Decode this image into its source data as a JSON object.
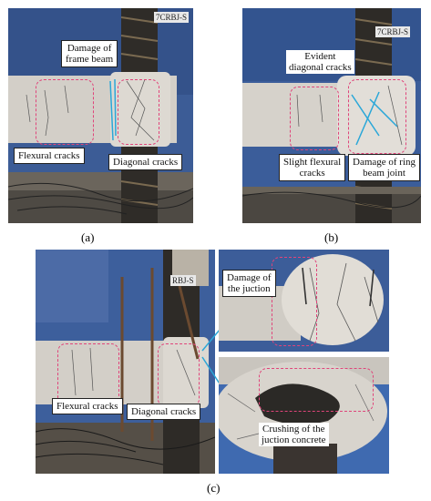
{
  "panel_a": {
    "caption": "(a)",
    "labels": {
      "frame_beam": "Damage of\nframe beam",
      "flexural": "Flexural cracks",
      "diagonal": "Diagonal cracks"
    },
    "specimen_tag": "7CRBJ-S"
  },
  "panel_b": {
    "caption": "(b)",
    "labels": {
      "evident": "Evident\ndiagonal cracks",
      "slight": "Slight flexural\ncracks",
      "ring": "Damage of  ring\nbeam joint"
    },
    "specimen_tag": "7CRBJ-S"
  },
  "panel_c": {
    "caption": "(c)",
    "labels": {
      "flexural": "Flexural cracks",
      "diagonal": "Diagonal cracks",
      "junction": "Damage of\nthe juction",
      "crushing": "Crushing of the\njuction concrete"
    },
    "specimen_tag": "RBJ-S"
  },
  "colors": {
    "dash": "#e0447a",
    "blue_bg": "#3a5a94",
    "concrete": "#cfcbc4",
    "cyan_crack": "#2aa7d8"
  }
}
